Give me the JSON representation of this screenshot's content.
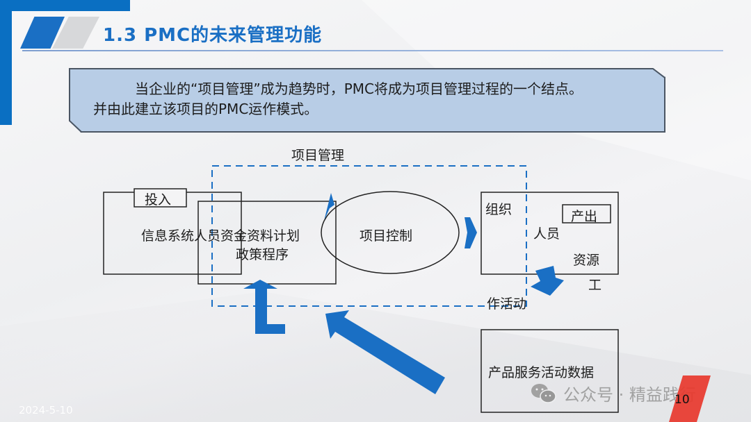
{
  "slide": {
    "section_number": "1.3",
    "title": "1.3  PMC的未来管理功能",
    "callout": {
      "line1": "当企业的“项目管理”成为趋势时，PMC将成为项目管理过程的一个结点。",
      "line2": "并由此建立该项目的PMC运作模式。"
    },
    "footer": {
      "date": "2024-5-10",
      "page_number": "10",
      "watermark": "公众号 · 精益践行"
    },
    "colors": {
      "accent_blue": "#1a6fc4",
      "callout_fill": "#b8cde6",
      "page_badge": "#e8382d"
    }
  },
  "diagram": {
    "project_mgmt_label": "项目管理",
    "input_box": {
      "tag": "投入",
      "text": "信息系统人员资金资料计划"
    },
    "policy_box": {
      "text": "政策程序"
    },
    "control_ellipse": {
      "text": "项目控制"
    },
    "output_box": {
      "org": "组织",
      "tag": "产出",
      "people": "人员",
      "resources": "资源",
      "work": "工",
      "activity": "作活动"
    },
    "data_box": {
      "text": "产品服务活动数据"
    }
  }
}
